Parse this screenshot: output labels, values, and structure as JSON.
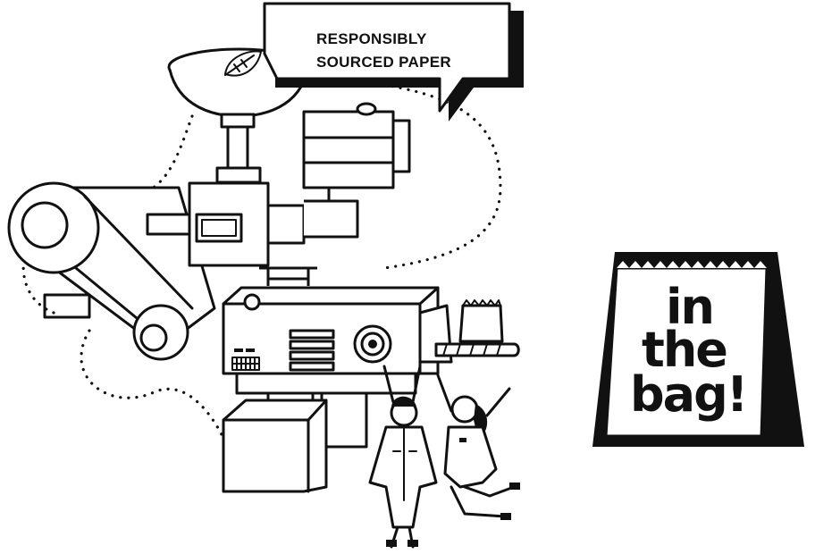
{
  "speech_bubble": {
    "line1": "RESPONSIBLY",
    "line2": "SOURCED PAPER"
  },
  "badge": {
    "line1": "in",
    "line2": "the",
    "line3": "bag!"
  },
  "icons": [
    "leaf-icon",
    "paper-roll",
    "funnel-hopper",
    "control-panel",
    "paper-bag",
    "conveyor-belt",
    "jumping-workers"
  ],
  "colors": {
    "ink": "#111111",
    "paper": "#ffffff"
  }
}
